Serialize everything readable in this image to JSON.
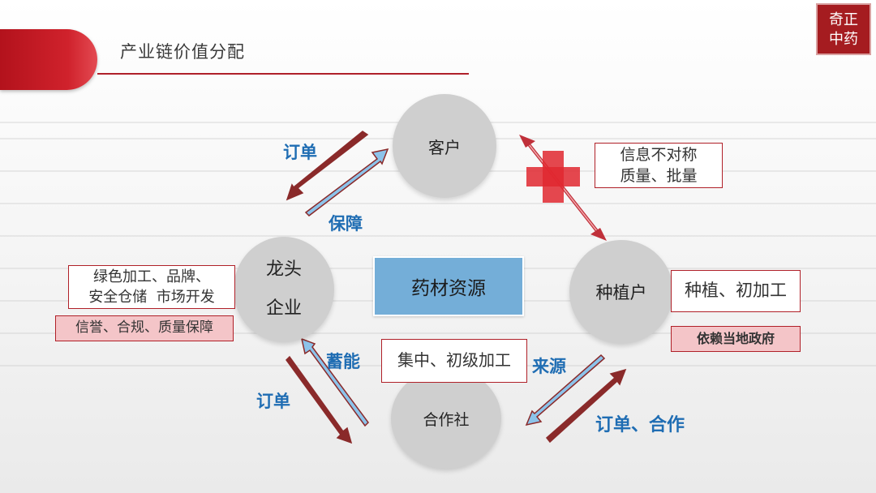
{
  "header": {
    "title": "产业链价值分配"
  },
  "logo": {
    "line1": "奇正",
    "line2": "中药"
  },
  "nodes": {
    "kehu": "客户",
    "zhongzhihu": "种植户",
    "hezuoshe": "合作社",
    "longtou_line1": "龙头",
    "longtou_line2": "企业"
  },
  "center": {
    "label": "药材资源"
  },
  "boxes": {
    "info_line1": "信息不对称",
    "info_line2": "质量、批量",
    "zhongzhi": "种植、初加工",
    "yilai": "依赖当地政府",
    "lvse_line1": "绿色加工、品牌、",
    "lvse_line2": "安全仓储  市场开发",
    "xinyu": "信誉、合规、质量保障",
    "jizhong": "集中、初级加工"
  },
  "labels": {
    "dingdan1": "订单",
    "baozhang": "保障",
    "xuneng": "蓄能",
    "dingdan2": "订单",
    "laiyuan": "来源",
    "dingdan_hezuo": "订单、合作"
  },
  "colors": {
    "accent_red": "#b02028",
    "arrow_blue": "#8cc3ea",
    "arrow_dark": "#8a2a2a",
    "center_blue": "#74aed8"
  }
}
